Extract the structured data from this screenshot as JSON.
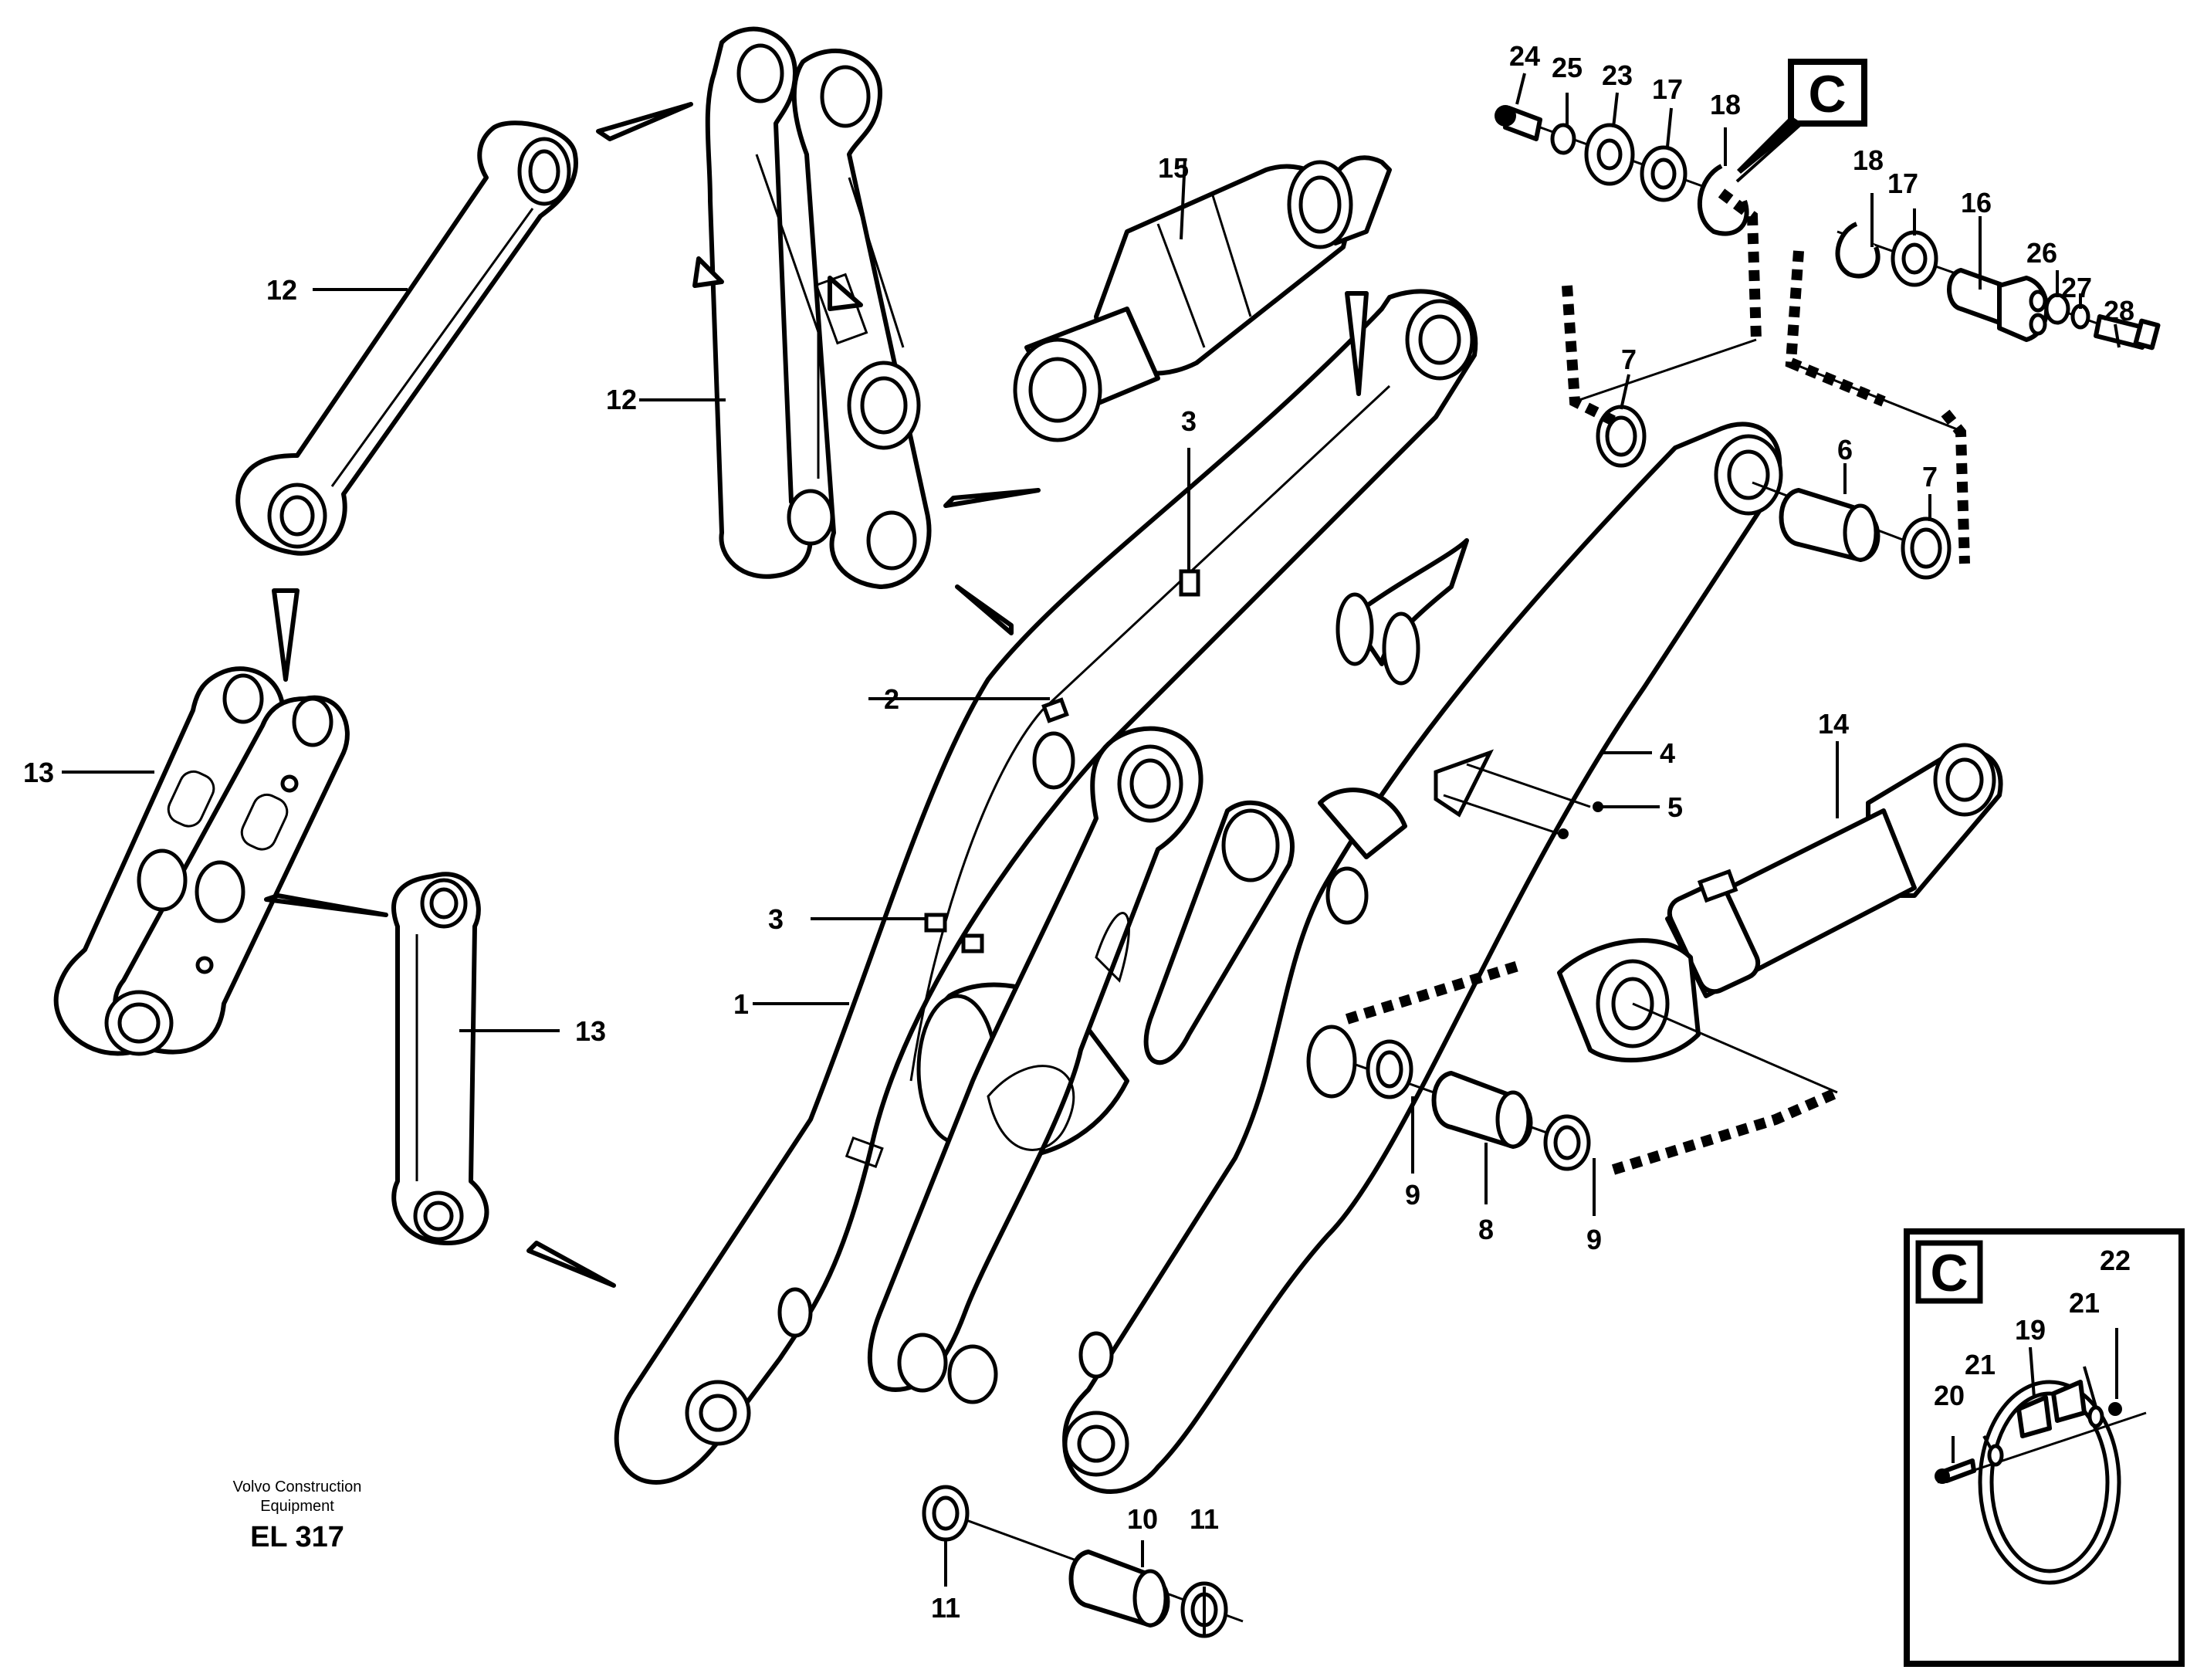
{
  "diagram": {
    "brand_line1": "Volvo Construction",
    "brand_line2": "Equipment",
    "code": "EL 317",
    "callout_letter": "C",
    "detail_letter": "C",
    "labels": {
      "l1": "1",
      "l2": "2",
      "l3a": "3",
      "l3b": "3",
      "l4": "4",
      "l5": "5",
      "l6": "6",
      "l7a": "7",
      "l7b": "7",
      "l8": "8",
      "l9a": "9",
      "l9b": "9",
      "l10": "10",
      "l11a": "11",
      "l11b": "11",
      "l12a": "12",
      "l12b": "12",
      "l13a": "13",
      "l13b": "13",
      "l14": "14",
      "l15": "15",
      "l16": "16",
      "l17a": "17",
      "l17b": "17",
      "l18a": "18",
      "l18b": "18",
      "l19": "19",
      "l20": "20",
      "l21a": "21",
      "l21b": "21",
      "l22": "22",
      "l23": "23",
      "l24": "24",
      "l25": "25",
      "l26": "26",
      "l27": "27",
      "l28": "28"
    }
  }
}
